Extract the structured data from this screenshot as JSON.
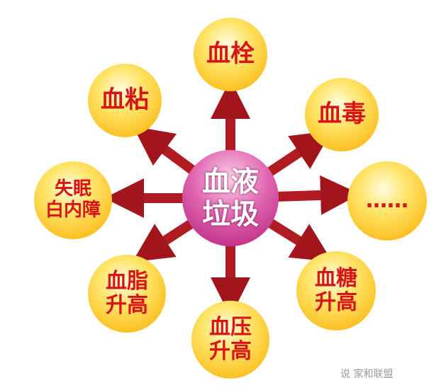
{
  "center": {
    "line1": "血液",
    "line2": "垃圾"
  },
  "nodes": {
    "top": {
      "l1": "血栓"
    },
    "top_left": {
      "l1": "血粘"
    },
    "top_right": {
      "l1": "血毒"
    },
    "left": {
      "l1": "失眠",
      "l2": "白内障"
    },
    "right": {
      "l1": "……"
    },
    "bottom_left": {
      "l1": "血脂",
      "l2": "升高"
    },
    "bottom": {
      "l1": "血压",
      "l2": "升高"
    },
    "bottom_right": {
      "l1": "血糖",
      "l2": "升高"
    }
  },
  "watermark": "说 家和联盟"
}
